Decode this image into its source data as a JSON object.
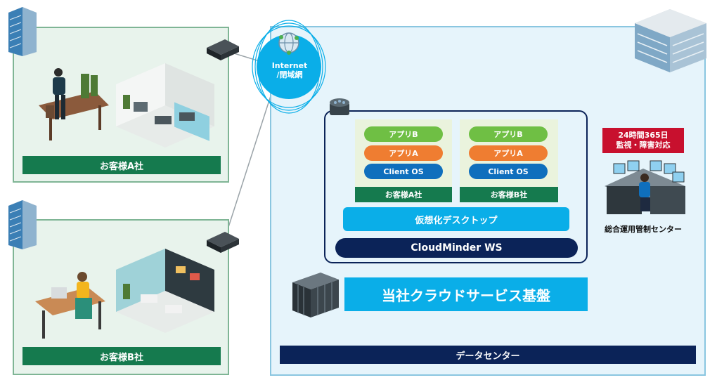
{
  "customers": [
    {
      "label": "お客様A社"
    },
    {
      "label": "お客様B社"
    }
  ],
  "network": {
    "line1": "Internet",
    "line2": "/閉域網"
  },
  "vdi": [
    {
      "apps": [
        "アプリB",
        "アプリA",
        "Client OS"
      ],
      "footer": "お客様A社"
    },
    {
      "apps": [
        "アプリB",
        "アプリA",
        "Client OS"
      ],
      "footer": "お客様B社"
    }
  ],
  "virtual_desktop": "仮想化デスクトップ",
  "cloudminder": "CloudMinder WS",
  "platform": "当社クラウドサービス基盤",
  "datacenter": "データセンター",
  "ops": {
    "badge_line1": "24時間365日",
    "badge_line2": "監視・障害対応",
    "label": "総合運用管制センター"
  },
  "colors": {
    "green": "#157a4e",
    "app_b": "#6fbf44",
    "app_a": "#ef7d31",
    "client_os": "#0f6fbd",
    "cyan": "#0aaee8",
    "navy": "#0b2358",
    "badge_red": "#c8102e"
  }
}
